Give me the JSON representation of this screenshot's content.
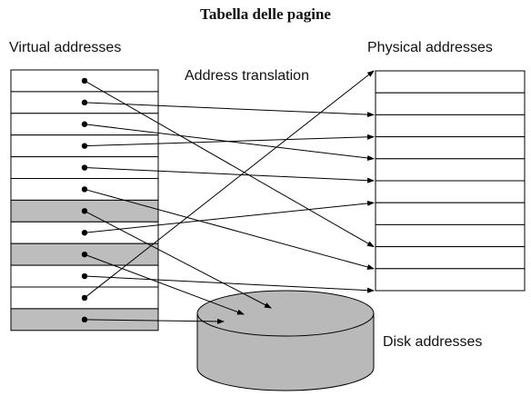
{
  "title": "Tabella delle pagine",
  "labels": {
    "virtual": "Virtual addresses",
    "physical": "Physical addresses",
    "translation": "Address translation",
    "disk": "Disk addresses"
  },
  "colors": {
    "shaded_row": "#bdbdbd",
    "disk": "#b9b9b9",
    "line": "#000000"
  },
  "virtual_rows": [
    {
      "shaded": false,
      "target": {
        "kind": "physical",
        "row": 8
      }
    },
    {
      "shaded": false,
      "target": {
        "kind": "physical",
        "row": 2
      }
    },
    {
      "shaded": false,
      "target": {
        "kind": "physical",
        "row": 4
      }
    },
    {
      "shaded": false,
      "target": {
        "kind": "physical",
        "row": 3
      }
    },
    {
      "shaded": false,
      "target": {
        "kind": "physical",
        "row": 5
      }
    },
    {
      "shaded": false,
      "target": {
        "kind": "physical",
        "row": 9
      }
    },
    {
      "shaded": true,
      "target": {
        "kind": "disk"
      }
    },
    {
      "shaded": false,
      "target": {
        "kind": "physical",
        "row": 6
      }
    },
    {
      "shaded": true,
      "target": {
        "kind": "disk"
      }
    },
    {
      "shaded": false,
      "target": {
        "kind": "physical",
        "row": 10
      }
    },
    {
      "shaded": false,
      "target": {
        "kind": "physical",
        "row": 0
      }
    },
    {
      "shaded": true,
      "target": {
        "kind": "disk"
      }
    }
  ],
  "physical_rows": 10
}
